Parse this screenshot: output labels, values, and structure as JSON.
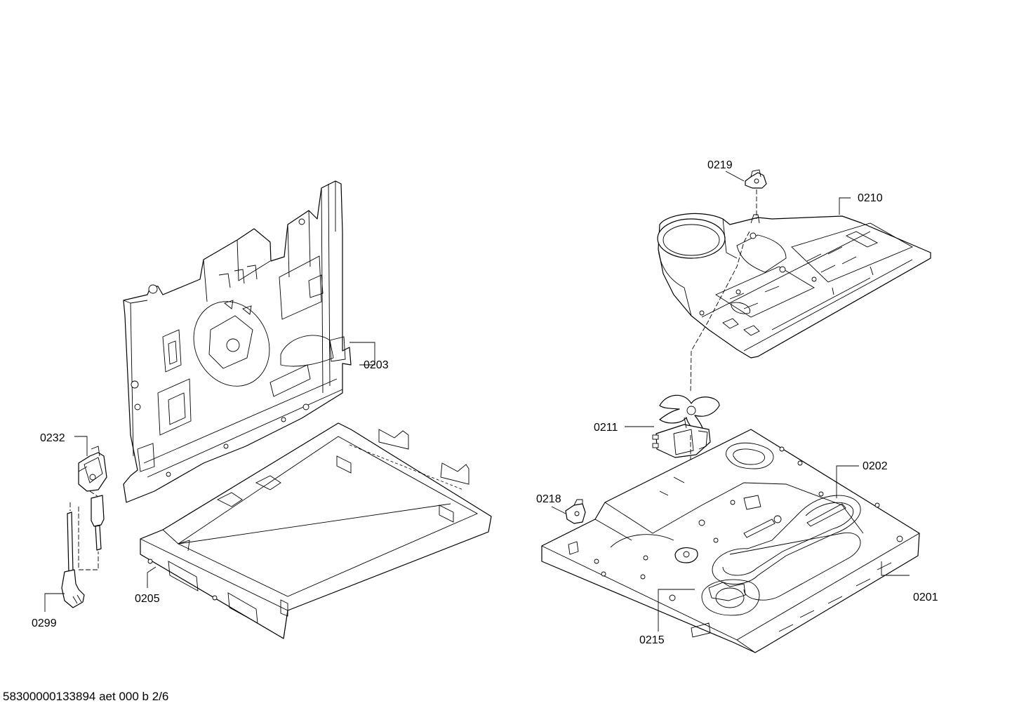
{
  "labels": {
    "p0219": "0219",
    "p0210": "0210",
    "p0203": "0203",
    "p0211": "0211",
    "p0202": "0202",
    "p0232": "0232",
    "p0218": "0218",
    "p0201": "0201",
    "p0205": "0205",
    "p0215": "0215",
    "p0299": "0299"
  },
  "footer": {
    "document_code": "58300000133894 aet 000 b 2/6"
  }
}
